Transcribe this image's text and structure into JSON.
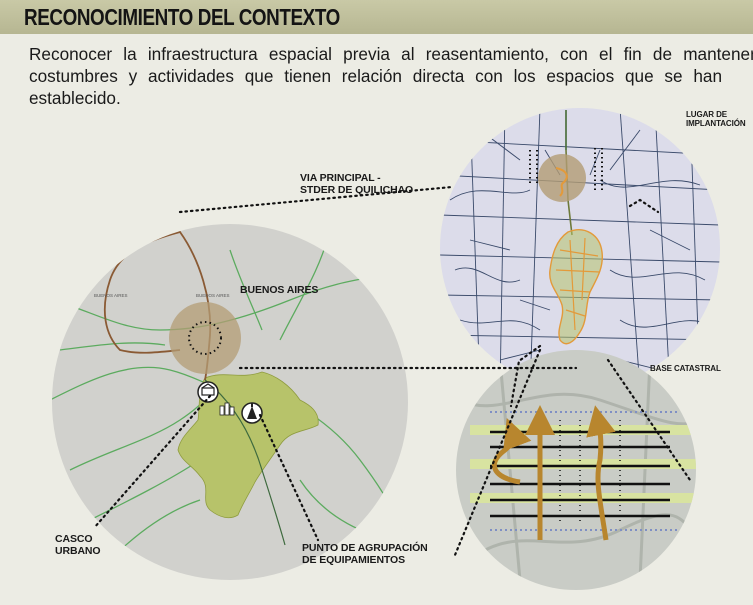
{
  "header": {
    "title": "RECONOCIMIENTO DEL CONTEXTO"
  },
  "intro": {
    "line1": "Reconocer la infraestructura espacial previa al reasentamiento, con el fin de mantener las",
    "line2": "costumbres y actividades que tienen relación directa con los espacios que se han",
    "line3": "establecido."
  },
  "labels": {
    "via_principal_1": "VIA PRINCIPAL -",
    "via_principal_2": "STDER DE QUILICHAO",
    "buenos_aires": "BUENOS AIRES",
    "casco_urbano_1": "CASCO",
    "casco_urbano_2": "URBANO",
    "punto_agrupacion_1": "PUNTO DE AGRUPACIÓN",
    "punto_agrupacion_2": "DE EQUIPAMIENTOS",
    "lugar_implantacion_1": "LUGAR DE",
    "lugar_implantacion_2": "IMPLANTACIÓN",
    "base_catastral": "BASE CATASTRAL"
  },
  "colors": {
    "background": "#ecece4",
    "header_band": "#bdbd9a",
    "urban_fill": "#b7c36a",
    "road_brown": "#8a5a34",
    "river_green": "#5cab5f",
    "parcel_lines": "#3a4a6a",
    "orange_network": "#e39a3a",
    "arrow_gold": "#b8862e"
  }
}
